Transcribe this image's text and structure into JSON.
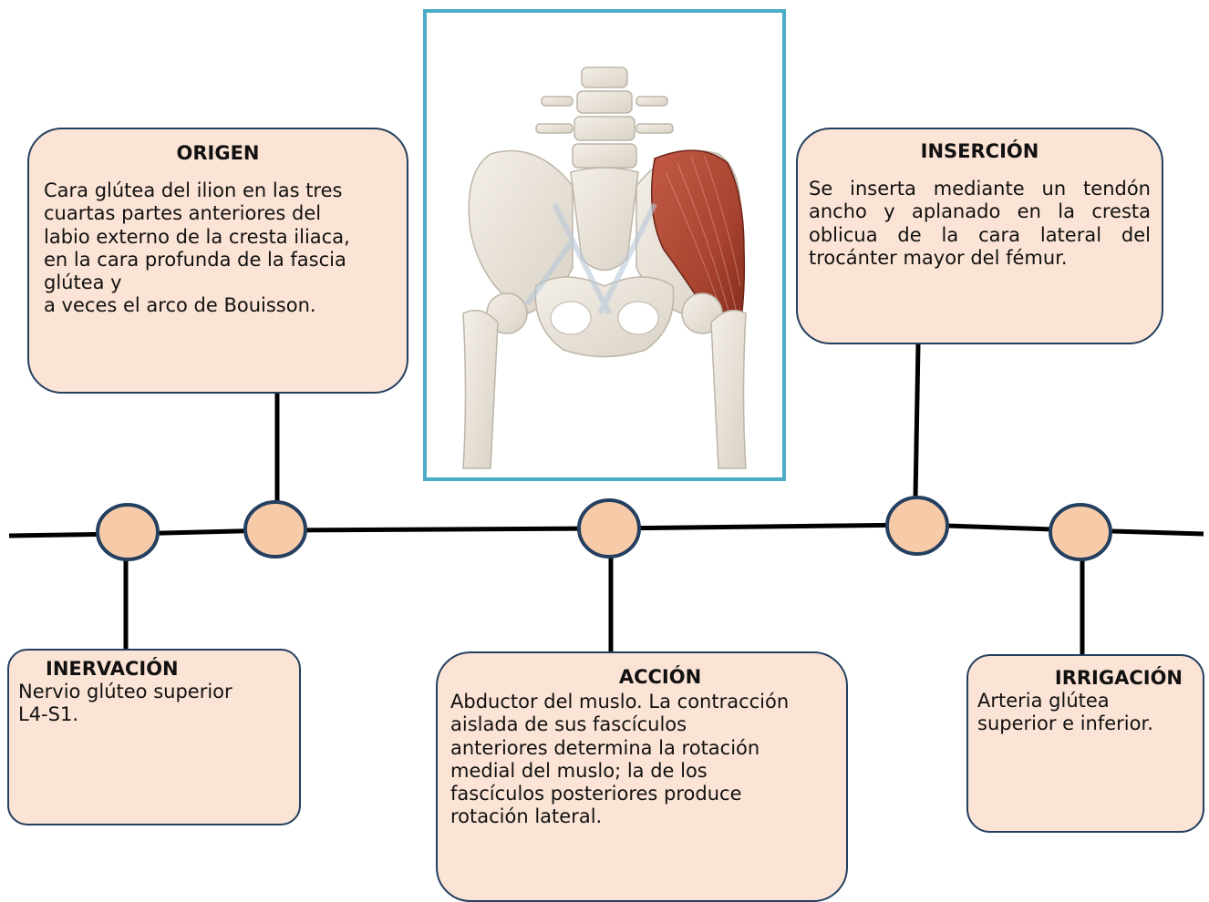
{
  "boxes": {
    "origen": {
      "title": "ORIGEN",
      "text": "Cara glútea del ilion en las tres\ncuartas partes anteriores del\nlabio externo de la cresta iliaca,\nen la cara profunda de la fascia\nglútea y\na veces el arco de Bouisson."
    },
    "insercion": {
      "title": "INSERCIÓN",
      "text": "Se inserta mediante un tendón ancho y aplanado en la cresta oblicua de la cara lateral del trocánter mayor del fémur."
    },
    "inervacion": {
      "title": "INERVACIÓN",
      "text": "Nervio glúteo superior\nL4-S1."
    },
    "accion": {
      "title": "ACCIÓN",
      "text": "Abductor del muslo. La contracción\naislada de sus fascículos\nanteriores determina la rotación\nmedial del muslo; la de los\nfascículos posteriores produce\nrotación lateral."
    },
    "irrigacion": {
      "title": "IRRIGACIÓN",
      "text": "Arteria glútea\nsuperior e inferior."
    }
  },
  "figure": {
    "subject": "pelvis-glúteo-medio-illustration",
    "muscle_color": "#a8432f"
  },
  "colors": {
    "box_fill": "#fbe4d5",
    "box_border": "#243f60",
    "node_fill": "#f8cba8",
    "line": "#000000",
    "figure_border": "#4bacc6"
  }
}
